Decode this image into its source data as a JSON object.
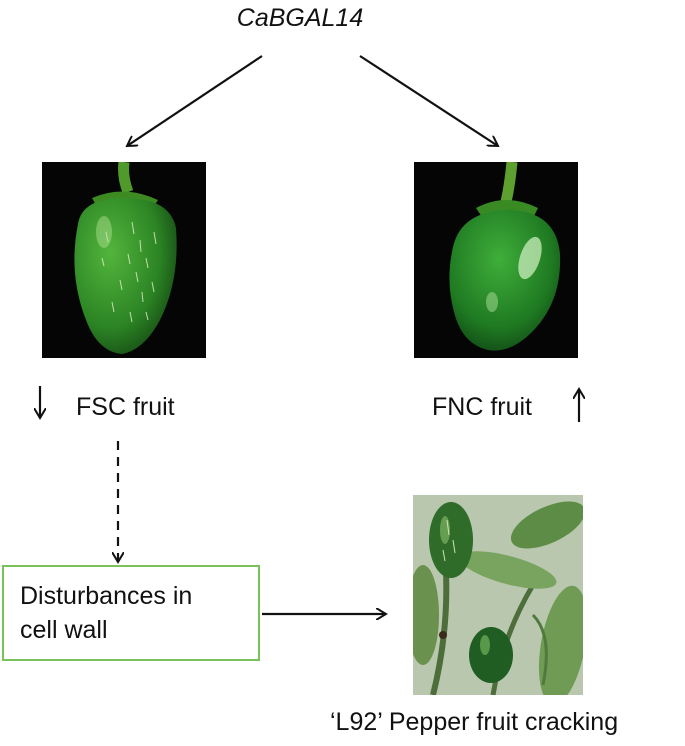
{
  "gene": "CaBGAL14",
  "left_fruit": {
    "label": "FSC fruit",
    "arrow": "↓"
  },
  "right_fruit": {
    "label": "FNC fruit",
    "arrow": "↑"
  },
  "box": {
    "line1": "Disturbances in",
    "line2": "cell wall"
  },
  "result": {
    "caption": "‘L92’ Pepper fruit cracking"
  },
  "colors": {
    "box_border": "#79c15a",
    "arrows": "#111111"
  }
}
